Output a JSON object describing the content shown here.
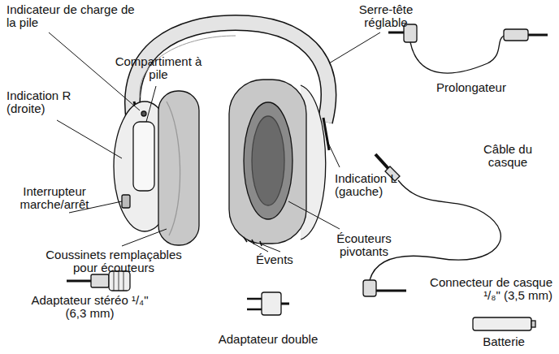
{
  "diagram": {
    "labels": [
      "Indicateur de charge de la pile",
      "Serre-tête réglable",
      "Compartiment à pile",
      "Indication R (droite)",
      "Prolongateur",
      "Interrupteur marche/arrêt",
      "Indication L (gauche)",
      "Câble du casque",
      "Écouteurs pivotants",
      "Coussinets remplaçables pour écouteurs",
      "Évents",
      "Connecteur de casque ¹/₈\" (3,5 mm)",
      "Adaptateur stéréo ¹/₄\" (6,3 mm)",
      "Adaptateur double",
      "Batterie"
    ]
  }
}
